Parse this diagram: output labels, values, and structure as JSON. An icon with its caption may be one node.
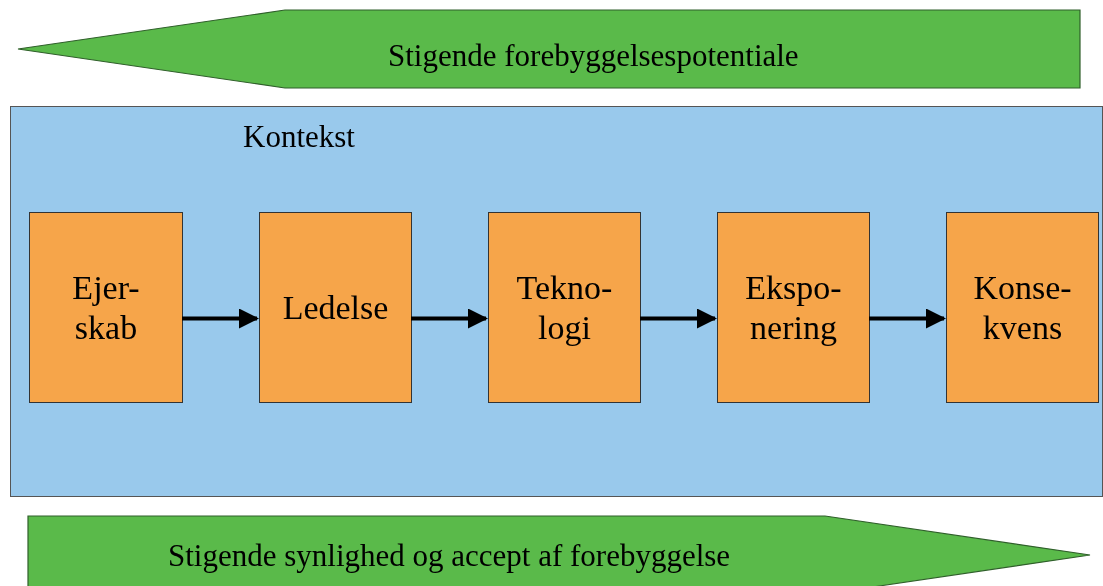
{
  "diagram": {
    "nodes": [
      {
        "text": [
          "Stigende forebyggelsespotentiale"
        ]
      },
      {
        "text": [
          "Kontekst"
        ]
      },
      {
        "text": [
          "Ejer- skab"
        ],
        "in": 1
      },
      {
        "text": [
          "Ledelse"
        ],
        "in": 1
      },
      {
        "text": [
          "Tekno- logi"
        ],
        "in": 1
      },
      {
        "text": [
          "Ekspo- nering"
        ],
        "in": 1
      },
      {
        "text": [
          "Konse- kvens"
        ],
        "in": 1
      },
      {
        "text": [
          "Stigende synlighed og accept af forebyggelse"
        ]
      }
    ],
    "edges": [
      {
        "from": 2,
        "to": 3,
        "arrow": "to"
      },
      {
        "from": 3,
        "to": 4,
        "arrow": "to"
      },
      {
        "from": 4,
        "to": 5,
        "arrow": "to"
      },
      {
        "from": 5,
        "to": 6,
        "arrow": "to"
      }
    ]
  }
}
